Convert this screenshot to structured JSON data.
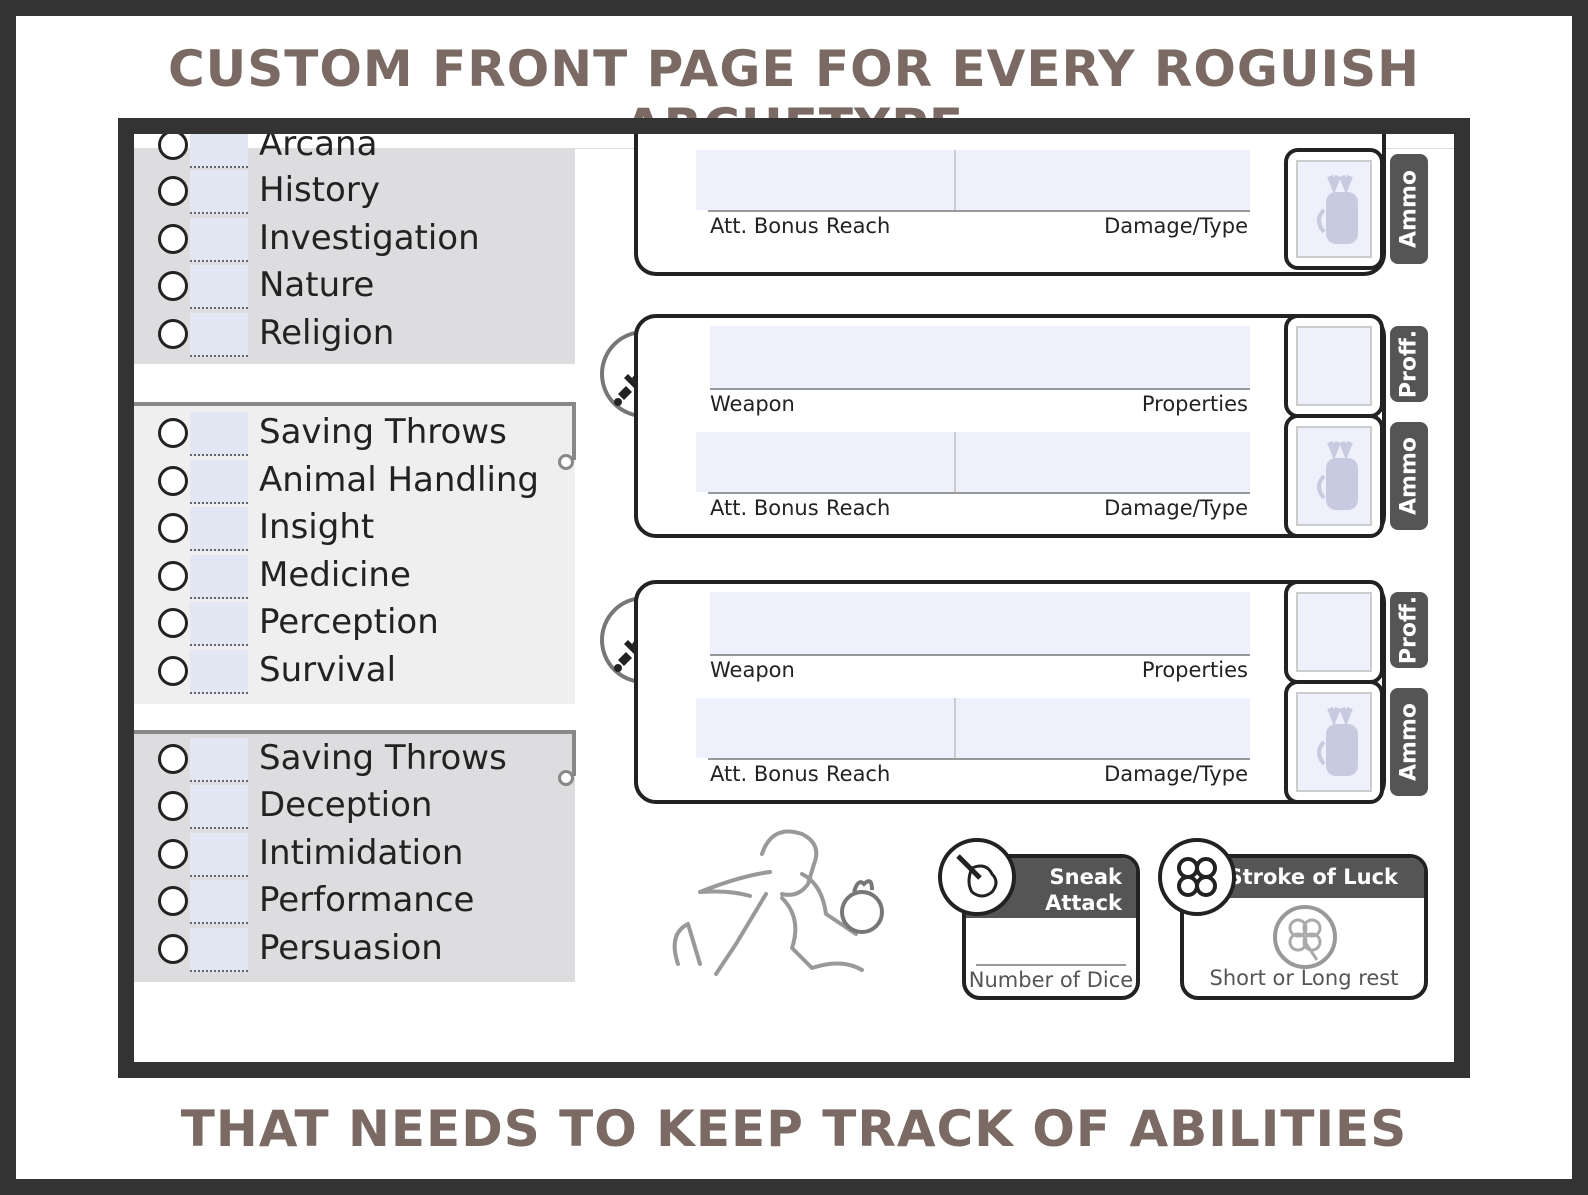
{
  "banner": {
    "top": "CUSTOM FRONT PAGE FOR EVERY ROGUISH ARCHETYPE",
    "bottom": "THAT NEEDS TO KEEP TRACK OF ABILITIES"
  },
  "skills": {
    "intelligence": [
      "Arcana",
      "History",
      "Investigation",
      "Nature",
      "Religion"
    ],
    "wisdom": [
      "Saving Throws",
      "Animal Handling",
      "Insight",
      "Medicine",
      "Perception",
      "Survival"
    ],
    "charisma": [
      "Saving Throws",
      "Deception",
      "Intimidation",
      "Performance",
      "Persuasion"
    ]
  },
  "weapon_fields": {
    "weapon": "Weapon",
    "properties": "Properties",
    "att_bonus": "Att. Bonus",
    "reach": "Reach",
    "damage_type": "Damage/Type"
  },
  "tabs": {
    "proficiency": "Proff.",
    "ammo": "Ammo"
  },
  "features": {
    "sneak_attack": {
      "title_line1": "Sneak",
      "title_line2": "Attack",
      "footer": "Number of Dice"
    },
    "stroke_of_luck": {
      "title": "Stroke of Luck",
      "footer": "Short or Long rest"
    }
  },
  "colors": {
    "frame": "#333333",
    "banner_text": "#7a6a63",
    "field_fill": "#eef0fb",
    "panel_dark": "#dddde0",
    "panel_light": "#efefef",
    "tab_fill": "#555555"
  }
}
